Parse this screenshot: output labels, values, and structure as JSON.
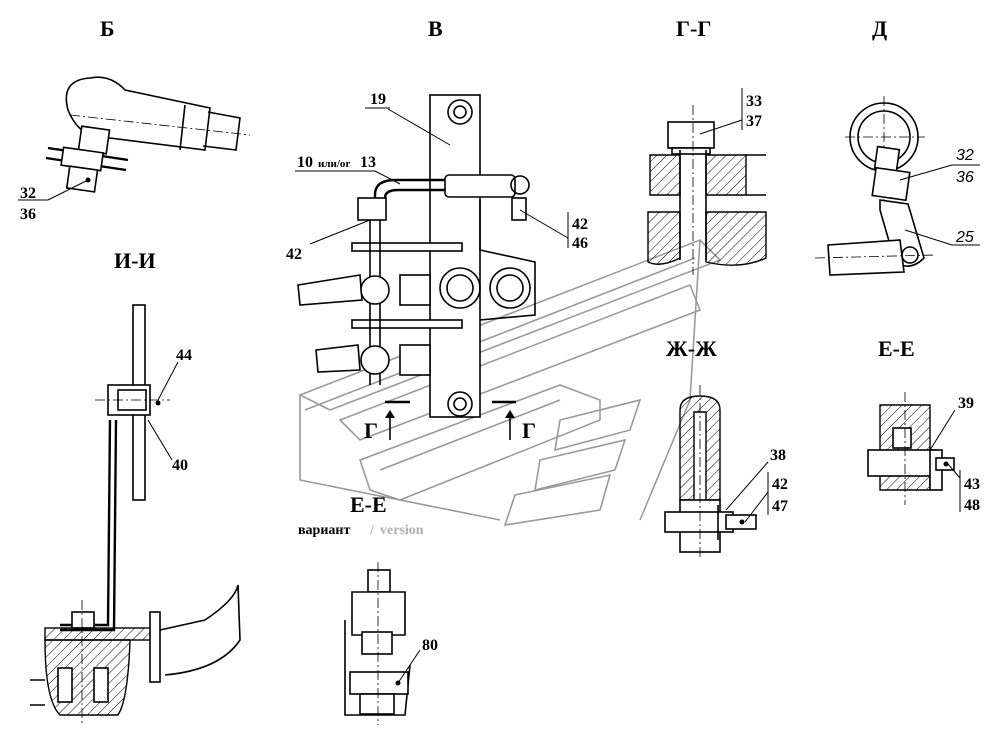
{
  "views": {
    "b": {
      "title": "Б",
      "label_top": "32",
      "label_bottom": "36"
    },
    "v": {
      "title": "В",
      "label_19": "19",
      "label_10_13_prefix": "10",
      "label_10_13_mid": "или/or",
      "label_10_13_suffix": "13",
      "label_42": "42",
      "label_42b": "42",
      "label_46": "46",
      "section_left": "Г",
      "section_right": "Г"
    },
    "gg": {
      "title": "Г-Г",
      "label_top": "33",
      "label_bottom": "37"
    },
    "d": {
      "title": "Д",
      "label_top": "32",
      "label_bottom": "36",
      "label_25": "25"
    },
    "ii": {
      "title": "И-И",
      "label_44": "44",
      "label_40": "40"
    },
    "zhzh": {
      "title": "Ж-Ж",
      "label_38": "38",
      "label_top": "42",
      "label_bottom": "47"
    },
    "ee": {
      "title": "Е-Е",
      "label_39": "39",
      "label_top": "43",
      "label_bottom": "48"
    },
    "ee_variant": {
      "title": "Е-Е",
      "caption_ru": "вариант",
      "caption_sep": "/",
      "caption_en": "version",
      "label_80": "80"
    }
  }
}
